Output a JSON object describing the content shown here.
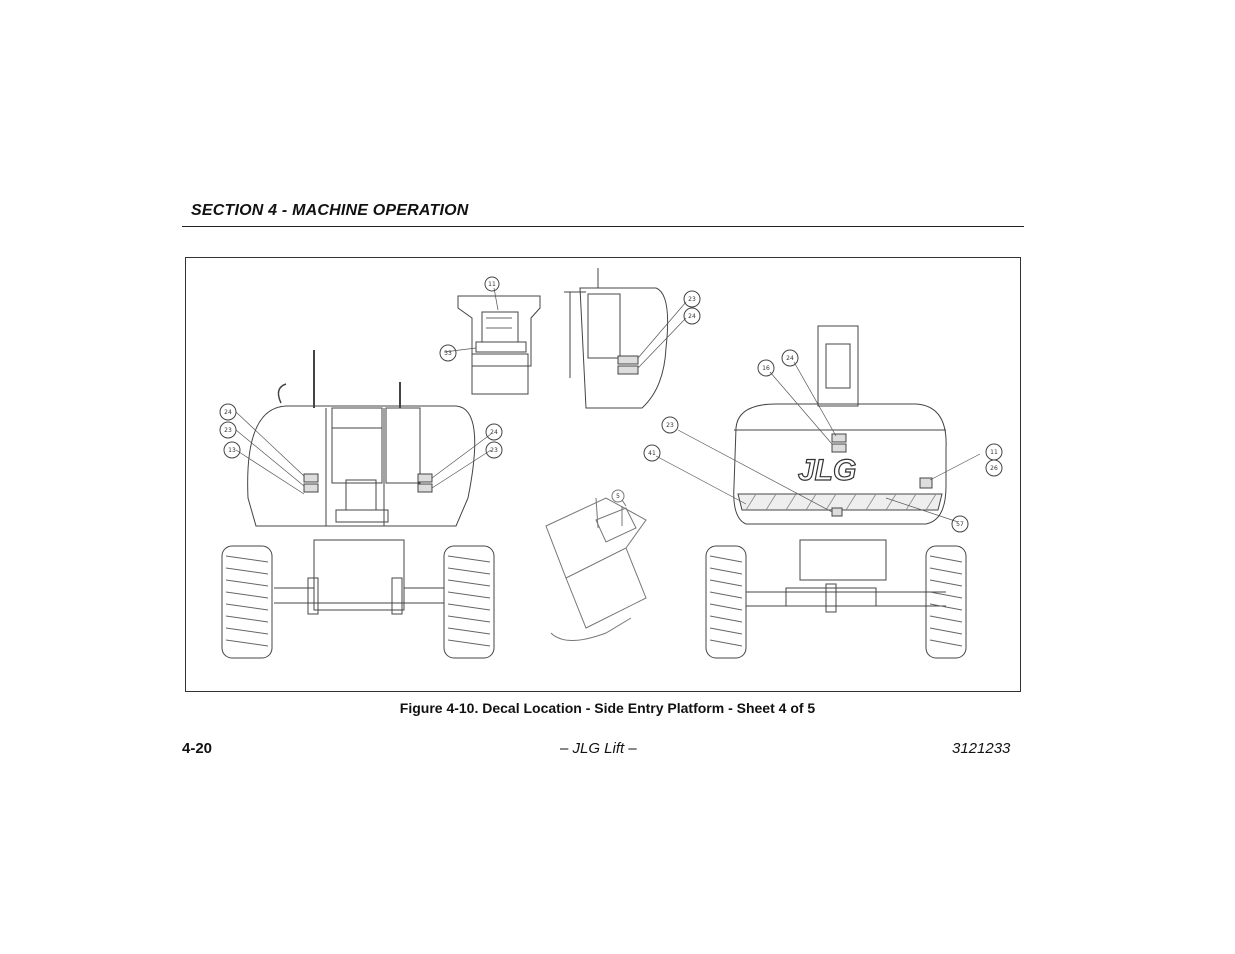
{
  "header": {
    "section_title": "SECTION 4 - MACHINE OPERATION"
  },
  "figure": {
    "caption": "Figure 4-10. Decal Location - Side Entry Platform - Sheet 4 of 5",
    "brand_logo": "JLG",
    "callouts": {
      "left_view": [
        "24",
        "23",
        "13",
        "24",
        "23"
      ],
      "top_console": [
        "11",
        "33"
      ],
      "side_view": [
        "23",
        "24"
      ],
      "right_view": [
        "24",
        "16",
        "23",
        "41",
        "11",
        "26",
        "57"
      ],
      "detail": [
        "5"
      ]
    }
  },
  "footer": {
    "page_number": "4-20",
    "center_text": "– JLG Lift –",
    "doc_number": "3121233"
  }
}
